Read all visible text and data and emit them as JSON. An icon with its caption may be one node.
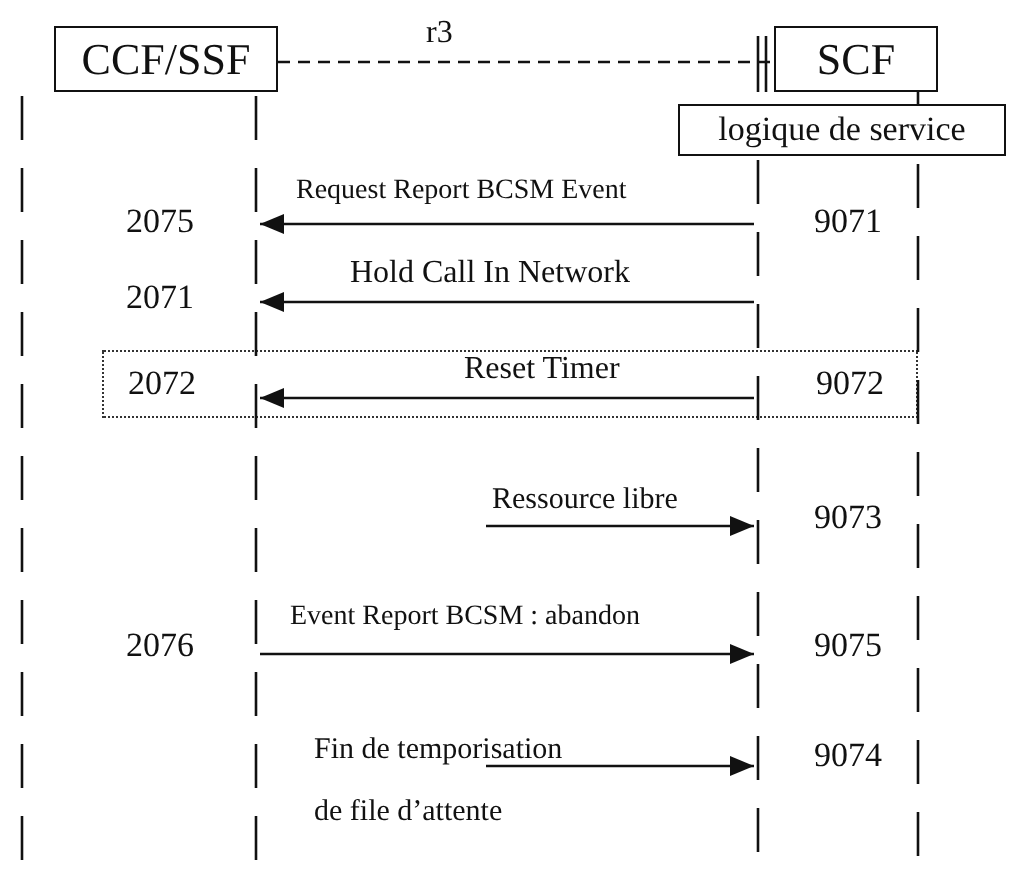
{
  "diagram": {
    "nodes": [
      {
        "text": [
          "CCF/SSF"
        ]
      },
      {
        "text": [
          "SCF"
        ]
      },
      {
        "text": [
          "logique de service"
        ]
      },
      {
        "text": [],
        "shape": "line"
      },
      {
        "text": [],
        "shape": "line"
      }
    ],
    "edges": [
      {
        "from": 0,
        "to": 1,
        "arrow": "none",
        "label": "r3",
        "style": "dashed"
      },
      {
        "from": 4,
        "to": 3,
        "arrow": "to",
        "label": "Request Report BCSM Event"
      },
      {
        "from": 4,
        "to": 3,
        "arrow": "to",
        "label": "Hold Call In Network"
      },
      {
        "from": 4,
        "to": 3,
        "arrow": "to",
        "label": "Reset Timer"
      },
      {
        "from": null,
        "to": 4,
        "arrow": "to",
        "label": "Ressource libre"
      },
      {
        "from": 3,
        "to": 4,
        "arrow": "to",
        "label": "Event Report BCSM : abandon"
      },
      {
        "from": null,
        "to": 4,
        "arrow": "to",
        "label": "Fin de temporisation de file d’attente"
      }
    ],
    "labels": [
      "2075",
      "9071",
      "2071",
      "2072",
      "9072",
      "9073",
      "2076",
      "9075",
      "9074"
    ]
  }
}
